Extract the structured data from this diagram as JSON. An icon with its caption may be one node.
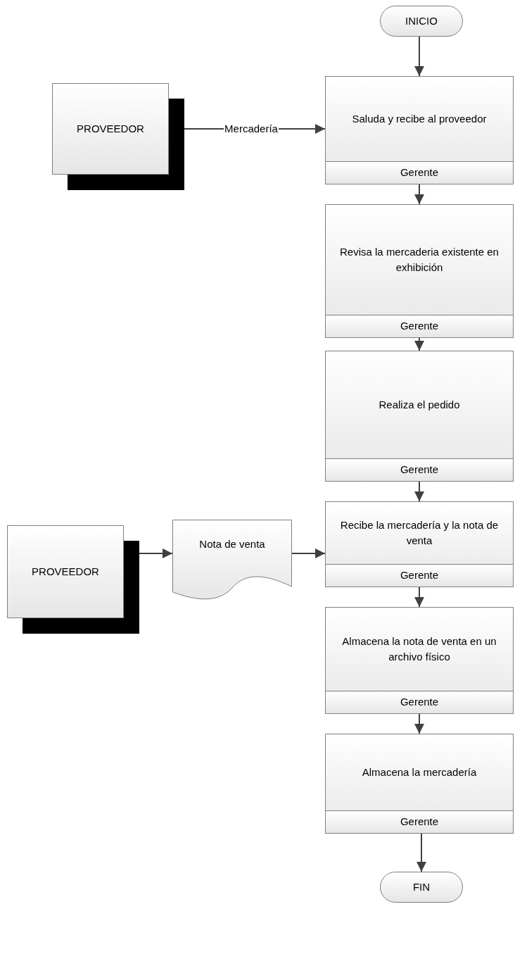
{
  "diagram": {
    "nodes": [
      {
        "text": [
          "INICIO"
        ]
      },
      {
        "text": [
          "PROVEEDOR"
        ]
      },
      {
        "text": [
          "Saluda y recibe al proveedor",
          "Gerente"
        ]
      },
      {
        "text": [
          "Revisa la mercaderia existente en exhibición",
          "Gerente"
        ]
      },
      {
        "text": [
          "Realiza el pedido",
          "Gerente"
        ]
      },
      {
        "text": [
          "PROVEEDOR"
        ]
      },
      {
        "text": [
          "Nota de venta"
        ]
      },
      {
        "text": [
          "Recibe la mercadería y la nota de venta",
          "Gerente"
        ]
      },
      {
        "text": [
          "Almacena la nota de venta en un archivo físico",
          "Gerente"
        ]
      },
      {
        "text": [
          "Almacena la mercadería",
          "Gerente"
        ]
      },
      {
        "text": [
          "FIN"
        ]
      }
    ],
    "edges": [
      {
        "from": 0,
        "to": 2,
        "arrow": "to"
      },
      {
        "from": 1,
        "to": 2,
        "arrow": "to",
        "label": "Mercadería"
      },
      {
        "from": 2,
        "to": 3,
        "arrow": "to"
      },
      {
        "from": 3,
        "to": 4,
        "arrow": "to"
      },
      {
        "from": 4,
        "to": 7,
        "arrow": "to"
      },
      {
        "from": 5,
        "to": 6,
        "arrow": "to"
      },
      {
        "from": 6,
        "to": 7,
        "arrow": "to"
      },
      {
        "from": 7,
        "to": 8,
        "arrow": "to"
      },
      {
        "from": 8,
        "to": 9,
        "arrow": "to"
      },
      {
        "from": 9,
        "to": 10,
        "arrow": "to"
      }
    ]
  }
}
